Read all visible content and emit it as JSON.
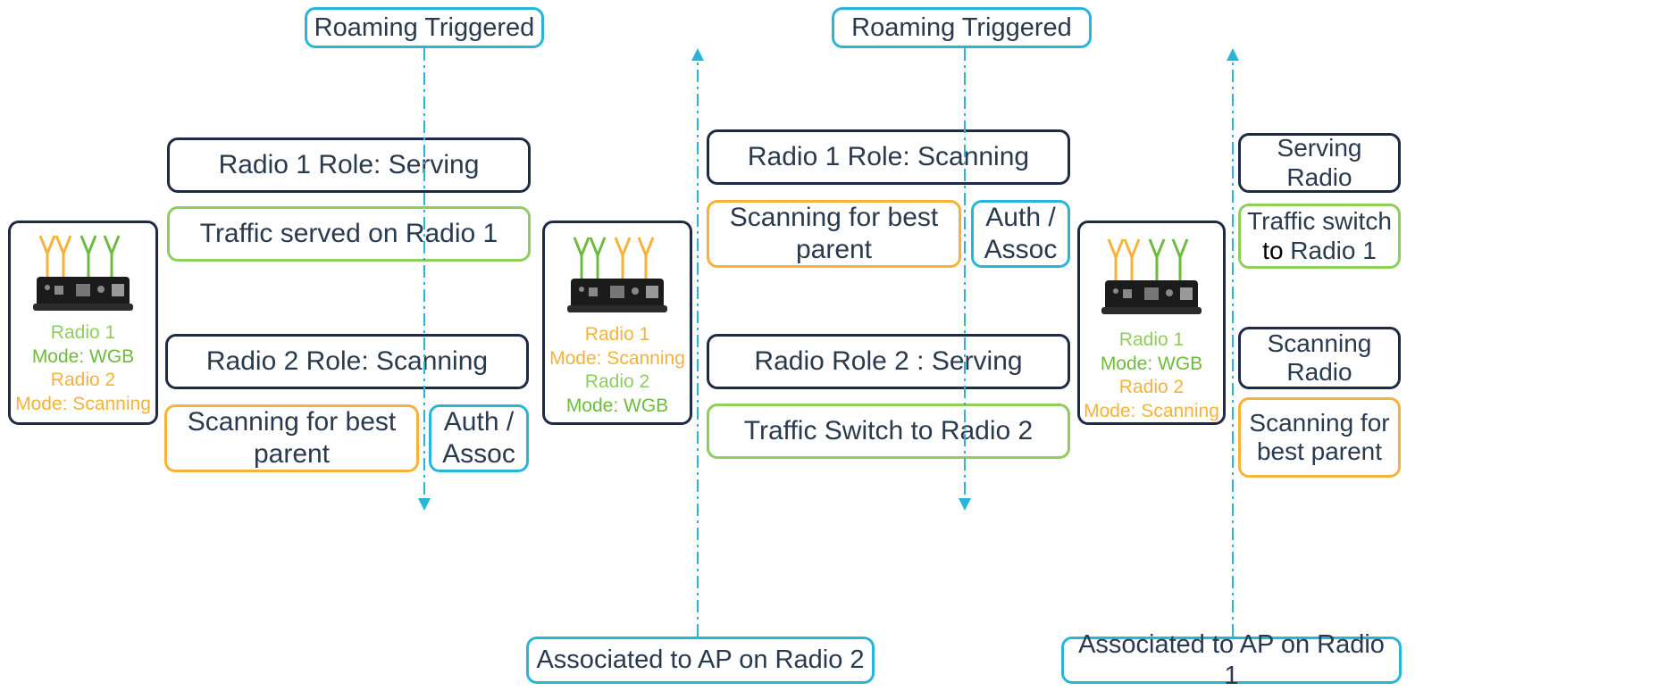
{
  "colors": {
    "navy": "#1f2b45",
    "green": "#6dbb3c",
    "light_green": "#8fcd5c",
    "orange": "#f7b23a",
    "cyan": "#27b5d9",
    "text": "#2a3a4e"
  },
  "top_labels": {
    "left": "Roaming Triggered",
    "middle": "Roaming Triggered"
  },
  "bottom_labels": {
    "middle": "Associated to AP on Radio 2",
    "right": "Associated to AP on Radio 1"
  },
  "stage1": {
    "radio1_role": "Radio 1 Role: Serving",
    "traffic": "Traffic served on Radio 1",
    "radio2_role": "Radio 2 Role: Scanning",
    "scanning": "Scanning for best parent",
    "auth": "Auth / Assoc"
  },
  "stage2": {
    "radio1_role": "Radio 1 Role: Scanning",
    "scanning": "Scanning for best parent",
    "auth": "Auth / Assoc",
    "radio2_role": "Radio Role 2 : Serving",
    "traffic": "Traffic Switch to Radio 2"
  },
  "stage3": {
    "serving": "Serving Radio",
    "traffic_prefix": "Traffic switch ",
    "traffic_to": "to",
    "traffic_suffix": " Radio 1",
    "scanning_radio": "Scanning Radio",
    "scanning": "Scanning for best parent"
  },
  "device1": {
    "radio1": "Radio 1",
    "mode1": "Mode: WGB",
    "radio2": "Radio 2",
    "mode2": "Mode: Scanning"
  },
  "device2": {
    "radio1": "Radio 1",
    "mode1": "Mode: Scanning",
    "radio2": "Radio 2",
    "mode2": "Mode: WGB"
  },
  "device3": {
    "radio1": "Radio 1",
    "mode1": "Mode: WGB",
    "radio2": "Radio 2",
    "mode2": "Mode: Scanning"
  }
}
